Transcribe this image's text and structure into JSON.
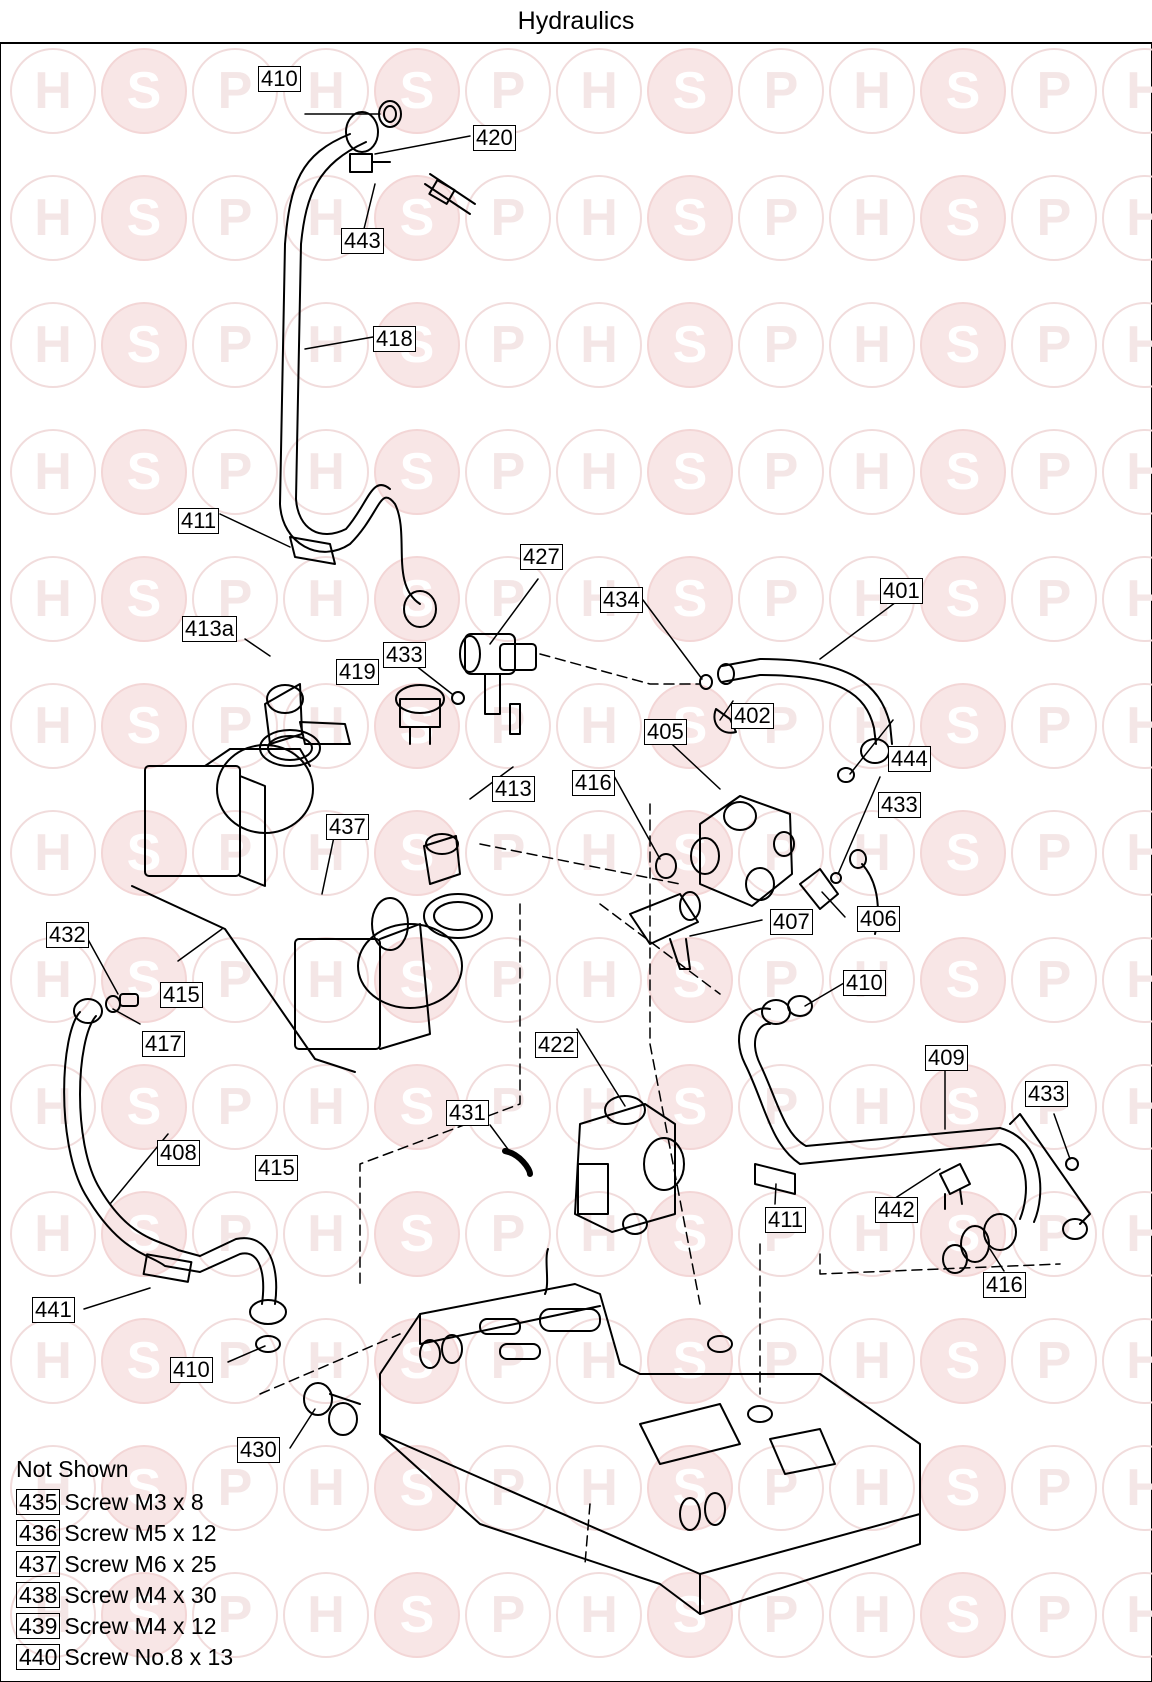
{
  "header": {
    "title": "Hydraulics"
  },
  "watermark": {
    "letters": [
      "H",
      "S",
      "P"
    ]
  },
  "callouts": [
    {
      "id": "c410a",
      "label": "410"
    },
    {
      "id": "c420",
      "label": "420"
    },
    {
      "id": "c443",
      "label": "443"
    },
    {
      "id": "c418",
      "label": "418"
    },
    {
      "id": "c411a",
      "label": "411"
    },
    {
      "id": "c427",
      "label": "427"
    },
    {
      "id": "c434",
      "label": "434"
    },
    {
      "id": "c401",
      "label": "401"
    },
    {
      "id": "c413a",
      "label": "413a"
    },
    {
      "id": "c433a",
      "label": "433"
    },
    {
      "id": "c419",
      "label": "419"
    },
    {
      "id": "c402",
      "label": "402"
    },
    {
      "id": "c405",
      "label": "405"
    },
    {
      "id": "c444",
      "label": "444"
    },
    {
      "id": "c416a",
      "label": "416"
    },
    {
      "id": "c413",
      "label": "413"
    },
    {
      "id": "c433b",
      "label": "433"
    },
    {
      "id": "c437",
      "label": "437"
    },
    {
      "id": "c406",
      "label": "406"
    },
    {
      "id": "c407",
      "label": "407"
    },
    {
      "id": "c432",
      "label": "432"
    },
    {
      "id": "c415a",
      "label": "415"
    },
    {
      "id": "c410b",
      "label": "410"
    },
    {
      "id": "c417",
      "label": "417"
    },
    {
      "id": "c422",
      "label": "422"
    },
    {
      "id": "c409",
      "label": "409"
    },
    {
      "id": "c433c",
      "label": "433"
    },
    {
      "id": "c431",
      "label": "431"
    },
    {
      "id": "c408",
      "label": "408"
    },
    {
      "id": "c415b",
      "label": "415"
    },
    {
      "id": "c411b",
      "label": "411"
    },
    {
      "id": "c442",
      "label": "442"
    },
    {
      "id": "c416b",
      "label": "416"
    },
    {
      "id": "c441",
      "label": "441"
    },
    {
      "id": "c410c",
      "label": "410"
    },
    {
      "id": "c430",
      "label": "430"
    }
  ],
  "not_shown": {
    "title": "Not Shown",
    "items": [
      {
        "code": "435",
        "text": "Screw M3 x 8"
      },
      {
        "code": "436",
        "text": "Screw M5 x 12"
      },
      {
        "code": "437",
        "text": "Screw M6 x 25"
      },
      {
        "code": "438",
        "text": "Screw M4 x 30"
      },
      {
        "code": "439",
        "text": "Screw M4 x 12"
      },
      {
        "code": "440",
        "text": "Screw No.8 x 13"
      }
    ]
  }
}
